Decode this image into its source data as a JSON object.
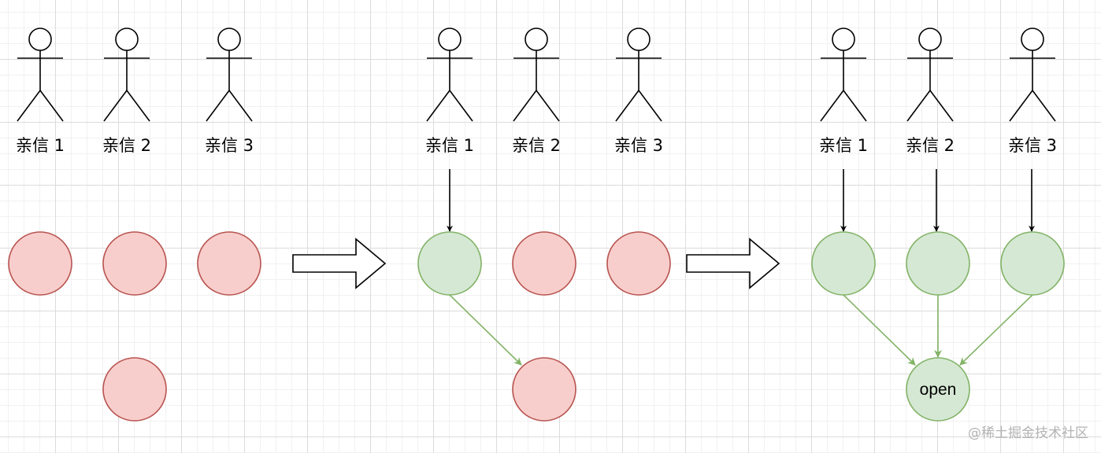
{
  "stages": [
    {
      "actors": [
        {
          "label": "亲信 1"
        },
        {
          "label": "亲信 2"
        },
        {
          "label": "亲信 3"
        }
      ],
      "nodes": [
        {
          "state": "locked"
        },
        {
          "state": "locked"
        },
        {
          "state": "locked"
        },
        {
          "state": "locked"
        }
      ]
    },
    {
      "actors": [
        {
          "label": "亲信 1"
        },
        {
          "label": "亲信 2"
        },
        {
          "label": "亲信 3"
        }
      ],
      "nodes": [
        {
          "state": "unlocked"
        },
        {
          "state": "locked"
        },
        {
          "state": "locked"
        },
        {
          "state": "locked"
        }
      ]
    },
    {
      "actors": [
        {
          "label": "亲信 1"
        },
        {
          "label": "亲信 2"
        },
        {
          "label": "亲信 3"
        }
      ],
      "nodes": [
        {
          "state": "unlocked"
        },
        {
          "state": "unlocked"
        },
        {
          "state": "unlocked"
        },
        {
          "state": "unlocked",
          "label": "open"
        }
      ]
    }
  ],
  "colors": {
    "locked_fill": "#f8cecc",
    "locked_stroke": "#b85450",
    "unlocked_fill": "#d5e8d4",
    "unlocked_stroke": "#82b366",
    "green_edge": "#82b366",
    "black": "#000000"
  },
  "watermark": "@稀土掘金技术社区"
}
